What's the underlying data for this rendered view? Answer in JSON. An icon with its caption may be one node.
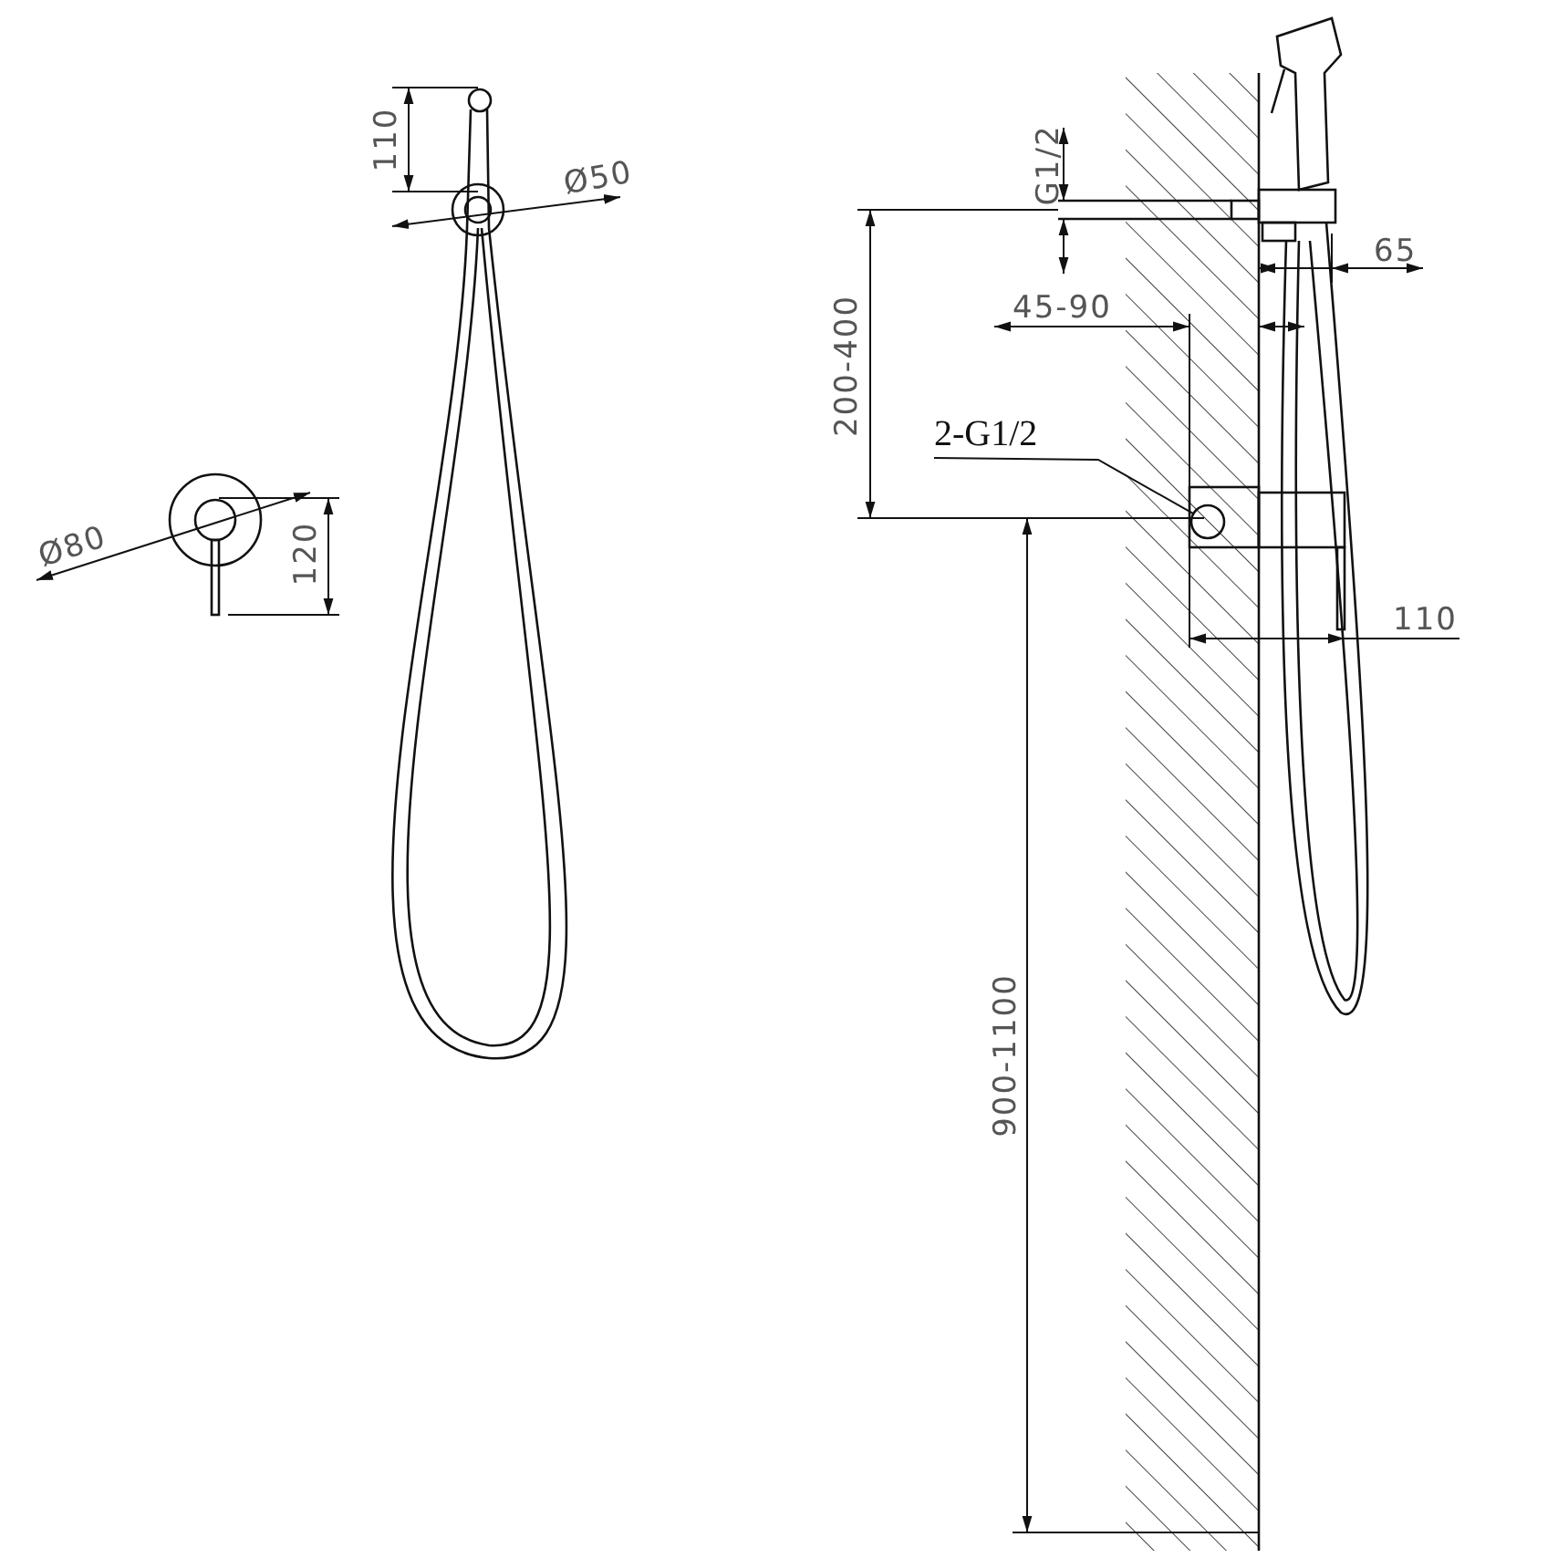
{
  "diagram": {
    "nodes": [
      {
        "text": [
          "2-G1/2"
        ]
      },
      {
        "text": [],
        "shape": "circle"
      }
    ],
    "edges": [
      {
        "from": 0,
        "to": 1,
        "arrow": "none"
      }
    ],
    "labels": [
      "G1/2",
      "110",
      "Ø50",
      "65",
      "200-400",
      "45-90",
      "Ø80",
      "120",
      "110",
      "900-1100"
    ]
  }
}
